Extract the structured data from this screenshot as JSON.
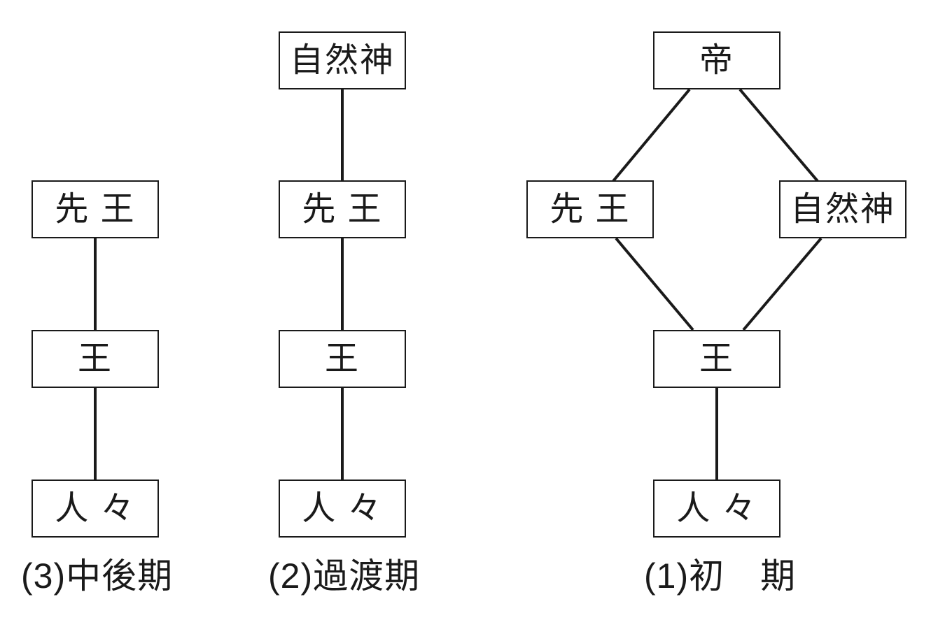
{
  "colors": {
    "line": "#1a1a1a",
    "background": "#ffffff"
  },
  "diagrams": [
    {
      "caption": "(3)中後期",
      "nodes": [
        {
          "label": "先 王"
        },
        {
          "label": "王"
        },
        {
          "label": "人 々"
        }
      ]
    },
    {
      "caption": "(2)過渡期",
      "nodes": [
        {
          "label": "自然神"
        },
        {
          "label": "先 王"
        },
        {
          "label": "王"
        },
        {
          "label": "人 々"
        }
      ]
    },
    {
      "caption": "(1)初　期",
      "nodes": [
        {
          "label": "帝"
        },
        {
          "label": "先 王"
        },
        {
          "label": "自然神"
        },
        {
          "label": "王"
        },
        {
          "label": "人 々"
        }
      ]
    }
  ]
}
